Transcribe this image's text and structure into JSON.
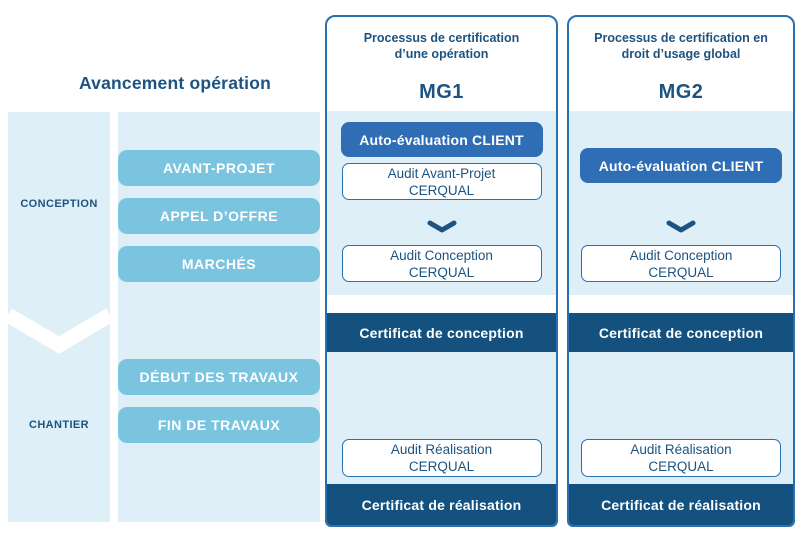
{
  "left_panel": {
    "title": "Avancement opération",
    "phases": [
      {
        "label": "CONCEPTION"
      },
      {
        "label": "CHANTIER"
      }
    ],
    "steps": [
      {
        "label": "AVANT-PROJET"
      },
      {
        "label": "APPEL D’OFFRE"
      },
      {
        "label": "MARCHÉS"
      },
      {
        "label": "DÉBUT DES TRAVAUX"
      },
      {
        "label": "FIN DE TRAVAUX"
      }
    ]
  },
  "mg1": {
    "header": "Processus de certification\nd’une opération",
    "code": "MG1",
    "auto_eval": "Auto-évaluation CLIENT",
    "audit_avant_projet": "Audit Avant-Projet\nCERQUAL",
    "audit_conception": "Audit Conception\nCERQUAL",
    "audit_realisation": "Audit Réalisation\nCERQUAL",
    "certificat_conception": "Certificat de conception",
    "certificat_realisation": "Certificat de réalisation"
  },
  "mg2": {
    "header": "Processus de certification en\ndroit d’usage global",
    "code": "MG2",
    "auto_eval": "Auto-évaluation CLIENT",
    "audit_conception": "Audit Conception\nCERQUAL",
    "audit_realisation": "Audit Réalisation\nCERQUAL",
    "certificat_conception": "Certificat de conception",
    "certificat_realisation": "Certificat de réalisation"
  },
  "icons": {
    "chevron_down": "⌄",
    "phase_divider_chevron": "⌄"
  },
  "palette": {
    "navy_bar": "#14517e",
    "navy_text": "#1d5381",
    "primary_blue": "#2f6eb5",
    "sky_blue": "#7ac4e0",
    "pale_blue": "#deeff7",
    "outline_blue": "#2a6fb0",
    "white": "#ffffff"
  }
}
